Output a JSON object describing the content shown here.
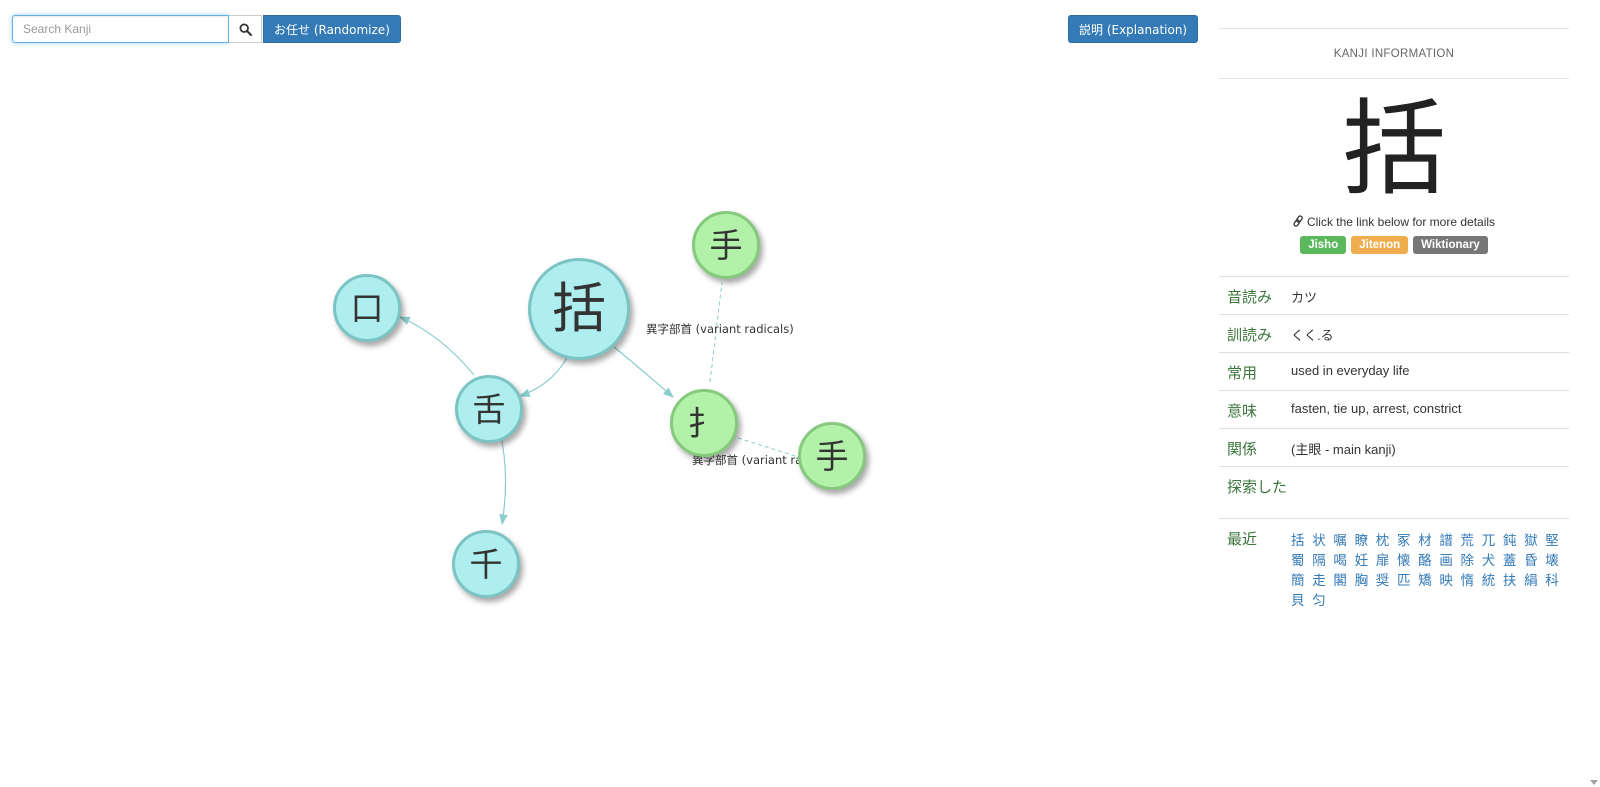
{
  "toolbar": {
    "search_placeholder": "Search Kanji",
    "search_icon": "search-icon",
    "randomize_label": "お任せ (Randomize)",
    "explanation_label": "説明 (Explanation)"
  },
  "graph": {
    "nodes": [
      {
        "id": "n-main",
        "kanji": "括",
        "type": "main"
      },
      {
        "id": "n-tongue",
        "kanji": "舌",
        "type": "main"
      },
      {
        "id": "n-mouth",
        "kanji": "口",
        "type": "main"
      },
      {
        "id": "n-thousand",
        "kanji": "千",
        "type": "main"
      },
      {
        "id": "n-hand-radical",
        "kanji": "扌",
        "type": "variant"
      },
      {
        "id": "n-hand",
        "kanji": "手",
        "type": "variant"
      },
      {
        "id": "n-hand-alt",
        "kanji": "手",
        "type": "variant"
      }
    ],
    "edge_labels": {
      "variant_1": "異字部首 (variant radicals)",
      "variant_2": "異字部首 (variant rad"
    },
    "colors": {
      "main_fill": "#aeeeee",
      "main_border": "#7cc4c4",
      "variant_fill": "#b1f2a8",
      "variant_border": "#85c97c",
      "edge": "#8ccccc"
    }
  },
  "panel": {
    "header": "KANJI INFORMATION",
    "kanji": "括",
    "hint": "Click the link below for more details",
    "hint_icon": "link-icon",
    "links": [
      {
        "label": "Jisho",
        "color": "#5cb85c"
      },
      {
        "label": "Jitenon",
        "color": "#f0ad4e"
      },
      {
        "label": "Wiktionary",
        "color": "#777777"
      }
    ],
    "rows": [
      {
        "key": "音読み",
        "value": "カツ"
      },
      {
        "key": "訓読み",
        "value": "くく.る"
      },
      {
        "key": "常用",
        "value": "used in everyday life"
      },
      {
        "key": "意味",
        "value": "fasten, tie up, arrest, constrict"
      },
      {
        "key": "関係",
        "value": "(主眼 - main kanji)"
      },
      {
        "key": "探索した",
        "value": ""
      }
    ],
    "recent_label": "最近",
    "recent": [
      "括",
      "状",
      "嘱",
      "瞭",
      "枕",
      "冢",
      "材",
      "譜",
      "荒",
      "兀",
      "鈍",
      "獄",
      "堅",
      "蜀",
      "隔",
      "喝",
      "妊",
      "扉",
      "懐",
      "酪",
      "画",
      "除",
      "犬",
      "蓋",
      "昏",
      "壊",
      "簡",
      "走",
      "閣",
      "胸",
      "奨",
      "匹",
      "矯",
      "映",
      "惰",
      "統",
      "扶",
      "絹",
      "科",
      "貝",
      "匀"
    ]
  }
}
